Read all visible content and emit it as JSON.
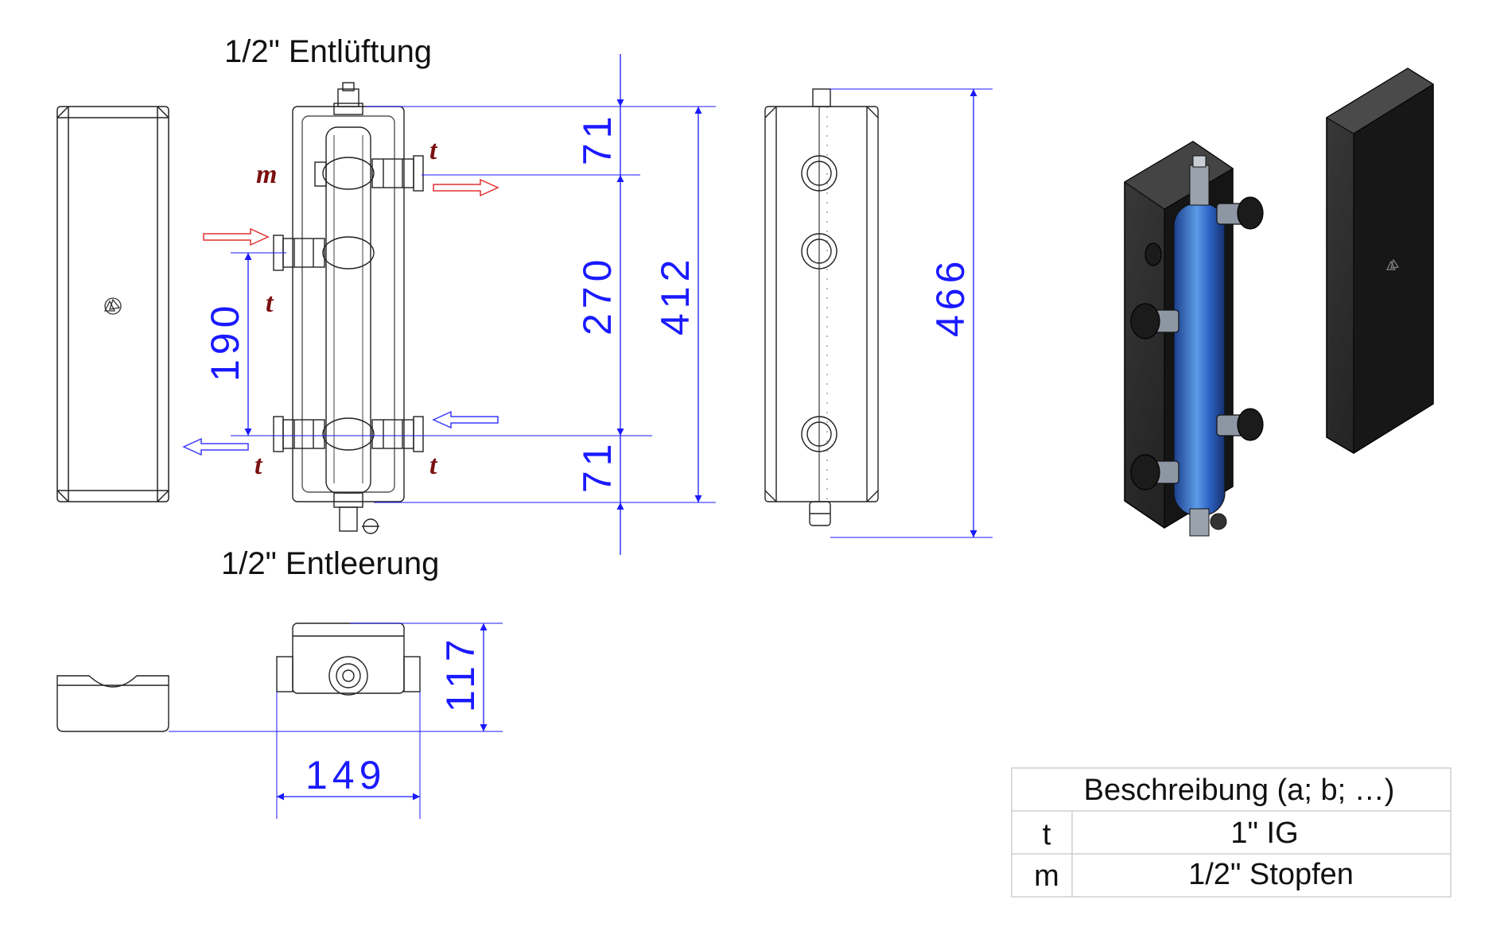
{
  "labels": {
    "vent": "1/2\" Entlüftung",
    "drain": "1/2\" Entleerung"
  },
  "port_labels": {
    "m": "m",
    "t": "t"
  },
  "dimensions": {
    "top_offset": "71",
    "center_spacing": "270",
    "body_height": "412",
    "side_spacing": "190",
    "bottom_offset": "71",
    "total_height": "466",
    "depth": "117",
    "width": "149"
  },
  "table": {
    "header": "Beschreibung (a; b; …)",
    "rows": [
      {
        "key": "t",
        "value": "1\" IG"
      },
      {
        "key": "m",
        "value": "1/2\" Stopfen"
      }
    ]
  },
  "colors": {
    "dimension": "#1a1aff",
    "port_label": "#7a1010",
    "flow_arrow_in": "#e03030",
    "flow_arrow_out": "#3a3aff",
    "insulation_dark": "#1f1f1f",
    "pipe_blue": "#2f6fd0"
  }
}
